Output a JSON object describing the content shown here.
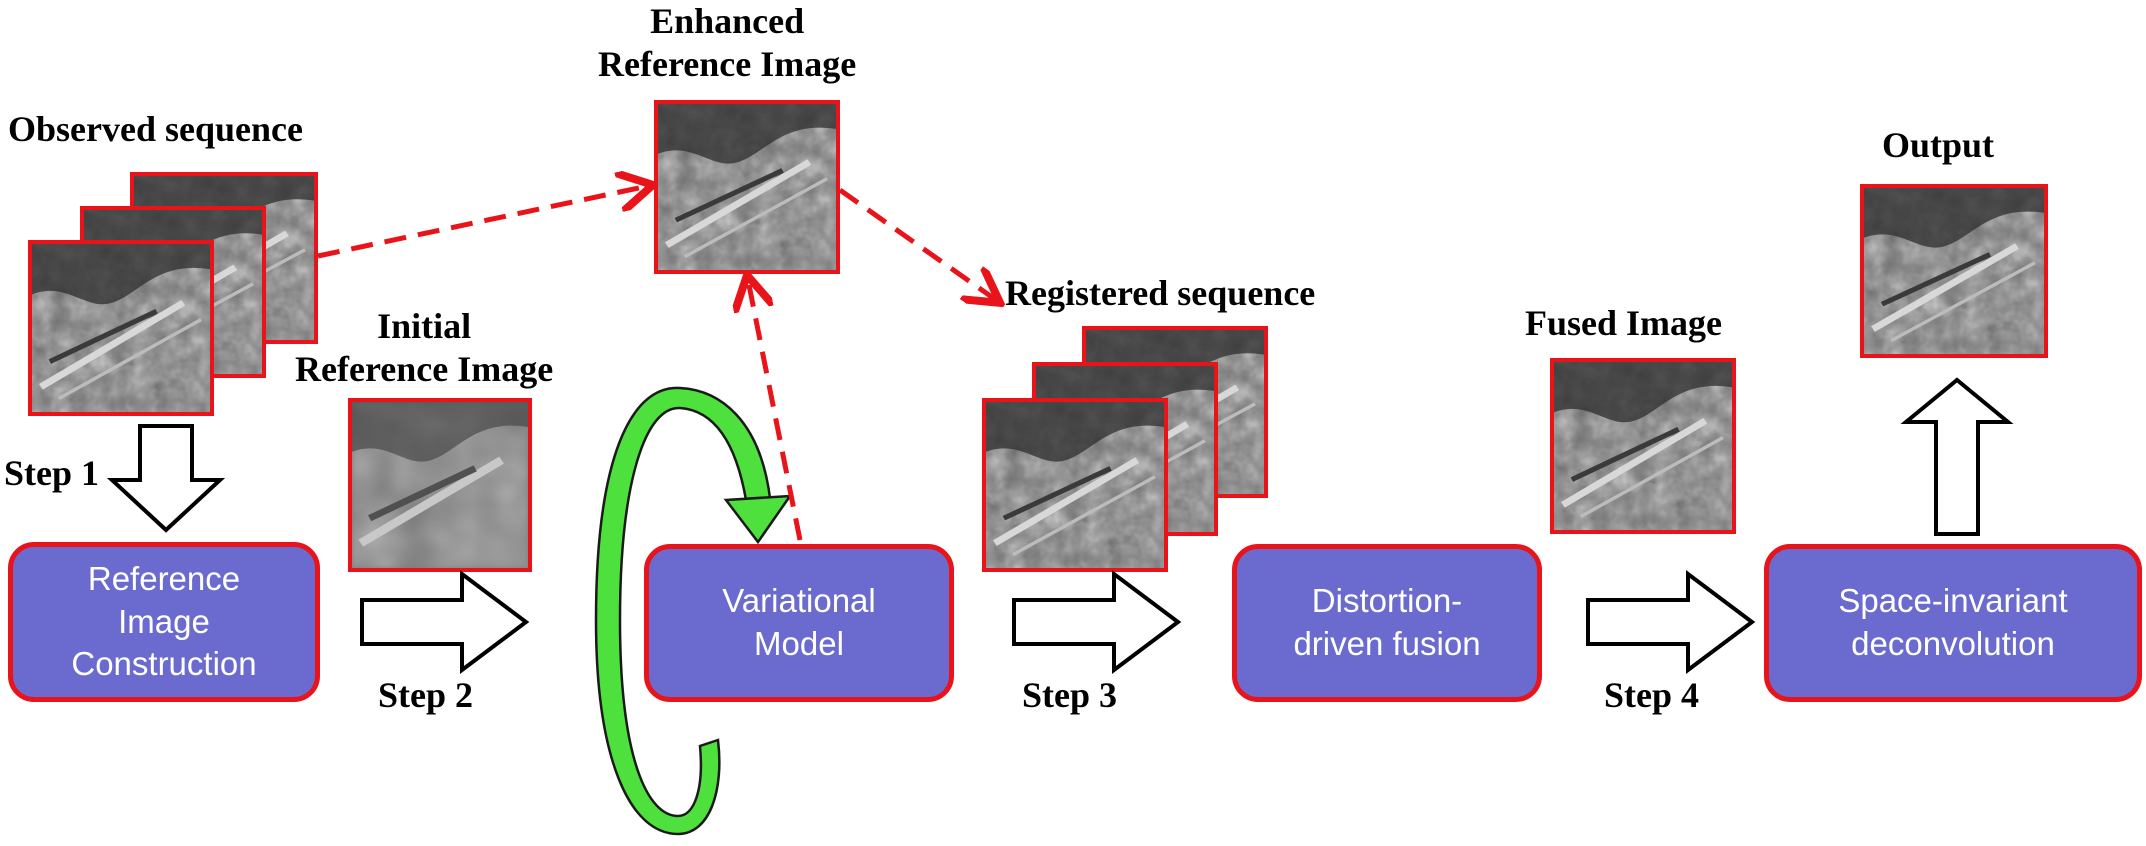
{
  "labels": {
    "observed": "Observed sequence",
    "enhanced": "Enhanced\nReference Image",
    "initial": "Initial\nReference Image",
    "registered": "Registered sequence",
    "fused": "Fused Image",
    "output": "Output",
    "step1": "Step 1",
    "step2": "Step 2",
    "step3": "Step 3",
    "step4": "Step 4"
  },
  "boxes": {
    "reference_construction": "Reference\nImage\nConstruction",
    "variational_model": "Variational\nModel",
    "distortion_fusion": "Distortion-\ndriven fusion",
    "deconvolution": "Space-invariant\ndeconvolution"
  },
  "colors": {
    "box_fill": "#6b6bcf",
    "box_border": "#e8141a",
    "dashed_arrow": "#e8141a",
    "loop_arrow": "#4ee03c",
    "hollow_arrow_fill": "#ffffff",
    "hollow_arrow_stroke": "#000000"
  },
  "icons": {
    "thumbnail": "aerial-airport-image-icon",
    "flow_arrow": "hollow-block-arrow-icon",
    "loop": "circular-loop-arrow-icon"
  }
}
